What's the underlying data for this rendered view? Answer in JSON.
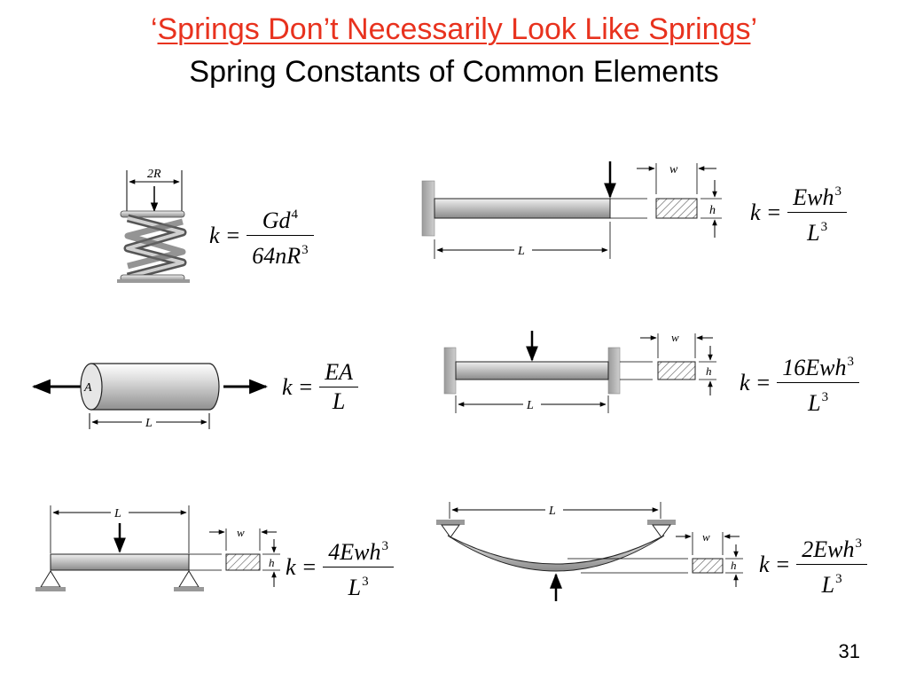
{
  "title": {
    "quote_open": "‘",
    "main": "Springs Don’t Necessarily Look Like Springs",
    "quote_close": "’",
    "subtitle": "Spring Constants of Common Elements"
  },
  "page_number": "31",
  "labels": {
    "two_r": "2R",
    "area": "A",
    "length": "L",
    "width": "w",
    "height": "h"
  },
  "formulas": {
    "coil_spring": {
      "k": "k",
      "eq": "=",
      "num": "Gd",
      "num_exp": "4",
      "den": "64nR",
      "den_exp": "3"
    },
    "axial_rod": {
      "k": "k",
      "eq": "=",
      "num": "EA",
      "den": "L"
    },
    "cantilever": {
      "k": "k",
      "eq": "=",
      "num": "Ewh",
      "num_exp": "3",
      "den": "L",
      "den_exp": "3"
    },
    "fixed_fixed": {
      "k": "k",
      "eq": "=",
      "num": "16Ewh",
      "num_exp": "3",
      "den": "L",
      "den_exp": "3"
    },
    "simply_supported": {
      "k": "k",
      "eq": "=",
      "num": "4Ewh",
      "num_exp": "3",
      "den": "L",
      "den_exp": "3"
    },
    "bent_beam": {
      "k": "k",
      "eq": "=",
      "num": "2Ewh",
      "num_exp": "3",
      "den": "L",
      "den_exp": "3"
    }
  }
}
